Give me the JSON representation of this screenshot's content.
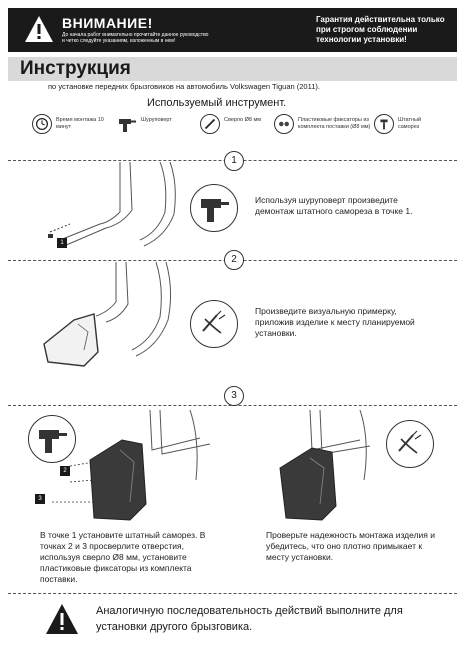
{
  "banner": {
    "title": "ВНИМАНИЕ!",
    "subtitle": "До начала работ внимательно прочитайте данное руководство и четко следуйте указаниям, изложенным в нем!",
    "guarantee": "Гарантия действительна только при строгом соблюдении технологии установки!"
  },
  "header": {
    "title": "Инструкция",
    "subtitle": "по установке передних брызговиков на автомобиль Volkswagen Tiguan (2011)."
  },
  "tools": {
    "heading": "Используемый инструмент.",
    "items": [
      {
        "label": "Время монтажа 10 минут",
        "icon": "clock-icon"
      },
      {
        "label": "Шуруповерт",
        "icon": "drill-icon"
      },
      {
        "label": "Сверло Ø8 мм",
        "icon": "drill-bit-icon"
      },
      {
        "label": "Пластиковые фиксаторы из комплекта поставки (Ø8 мм)",
        "icon": "plastic-clips-icon"
      },
      {
        "label": "Штатный саморез",
        "icon": "screw-icon"
      }
    ]
  },
  "steps": [
    {
      "number": "1",
      "text": "Используя шуруповерт произведите демонтаж штатного самореза в точке 1."
    },
    {
      "number": "2",
      "text": "Произведите визуальную примерку, приложив изделие к месту планируемой установки."
    },
    {
      "number": "3",
      "text_left": "В точке 1 установите штатный саморез. В точках 2 и 3 просверлите отверстия, используя сверло Ø8 мм, установите пластиковые фиксаторы из комплекта поставки.",
      "text_right": "Проверьте надежность монтажа изделия и убедитесь, что оно плотно примыкает к месту установки."
    }
  ],
  "callouts": {
    "one": "1",
    "two": "2",
    "three": "3"
  },
  "footer": {
    "text": "Аналогичную последовательность действий выполните для установки другого брызговика."
  }
}
